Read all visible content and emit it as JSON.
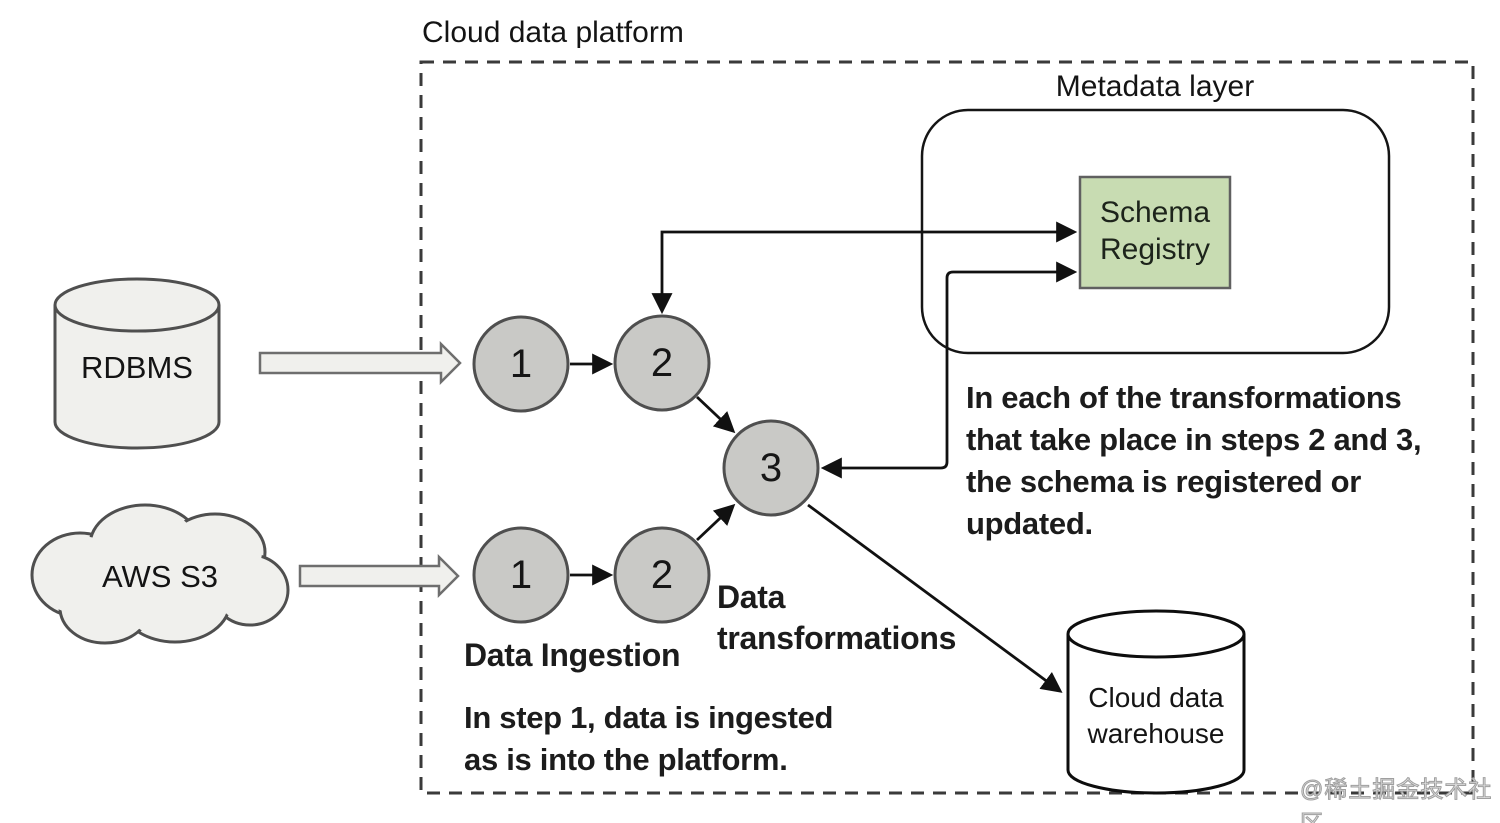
{
  "title": "Cloud data platform",
  "metadata_layer_title": "Metadata layer",
  "sources": {
    "rdbms": "RDBMS",
    "aws_s3": "AWS S3"
  },
  "steps": {
    "ingest_top": "1",
    "transform_top": "2",
    "transform_final": "3",
    "ingest_bottom": "1",
    "transform_bottom": "2"
  },
  "schema_registry": "Schema\nRegistry",
  "warehouse": "Cloud data\nwarehouse",
  "labels": {
    "data_ingestion": "Data Ingestion",
    "data_transformations": "Data\ntransformations"
  },
  "notes": {
    "schema": "In each of the transformations\nthat take place in steps 2 and 3,\nthe schema is registered or\nupdated.",
    "ingestion": "In step 1, data is ingested\nas is into the platform."
  },
  "watermark": "@稀土掘金技术社区",
  "colors": {
    "step_circle_fill": "#c9c9c6",
    "step_circle_stroke": "#4f4f4f",
    "schema_registry_fill": "#c8dcb2",
    "schema_registry_stroke": "#606060",
    "source_shape_fill": "#f0f0ed",
    "block_arrow_fill": "#f0f0ed",
    "connector": "#111111",
    "dashed_border": "#3a3a3a",
    "warehouse_fill": "#ffffff"
  }
}
